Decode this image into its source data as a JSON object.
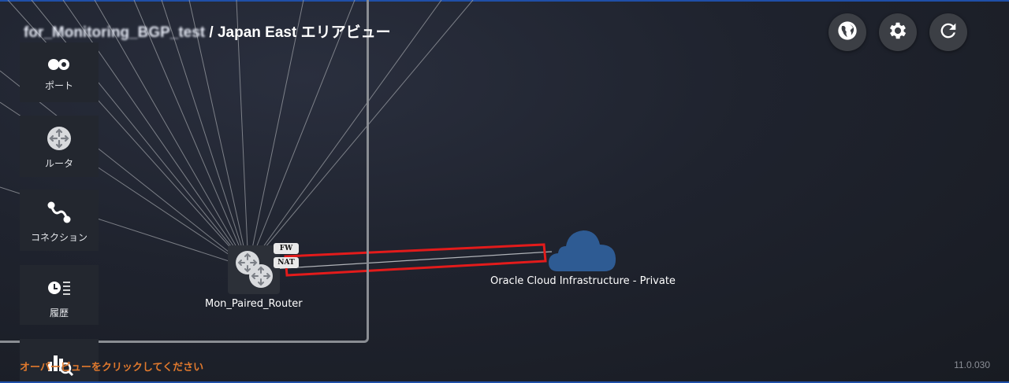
{
  "header": {
    "project_name": "for_Monitoring_BGP_test",
    "separator": " / ",
    "area_title": "Japan East エリアビュー"
  },
  "toolbar": {
    "globe_icon": "globe-icon",
    "settings_icon": "gear-icon",
    "refresh_icon": "refresh-icon"
  },
  "sidebar": {
    "items": [
      {
        "label": "ポート",
        "icon": "port-icon"
      },
      {
        "label": "ルータ",
        "icon": "router-icon"
      },
      {
        "label": "コネクション",
        "icon": "connection-icon"
      },
      {
        "label": "履歴",
        "icon": "history-icon"
      },
      {
        "label": "",
        "icon": "search-chart-icon"
      }
    ]
  },
  "nodes": {
    "router": {
      "label": "Mon_Paired_Router",
      "badges": [
        "FW",
        "NAT"
      ]
    },
    "cloud": {
      "label": "Oracle Cloud Infrastructure - Private"
    }
  },
  "footer": {
    "hint": "オーバービューをクリックしてください",
    "version": "11.0.030"
  },
  "colors": {
    "highlight": "#e31b1b",
    "cloud": "#2e5b93",
    "hint": "#e0792d"
  }
}
